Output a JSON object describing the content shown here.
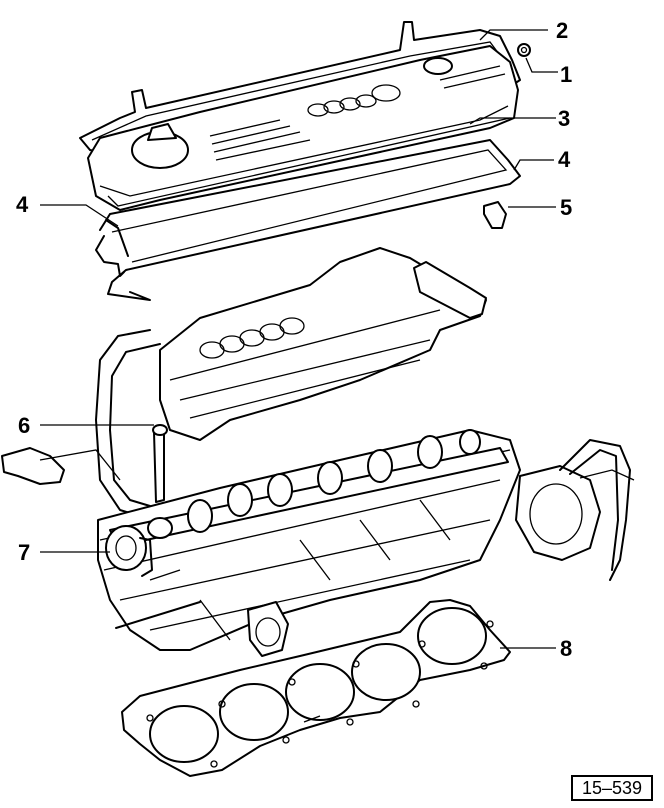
{
  "callouts": [
    {
      "id": "callout-1",
      "label": "1"
    },
    {
      "id": "callout-2",
      "label": "2"
    },
    {
      "id": "callout-3",
      "label": "3"
    },
    {
      "id": "callout-4a",
      "label": "4"
    },
    {
      "id": "callout-4b",
      "label": "4"
    },
    {
      "id": "callout-5",
      "label": "5"
    },
    {
      "id": "callout-6",
      "label": "6"
    },
    {
      "id": "callout-7",
      "label": "7"
    },
    {
      "id": "callout-8",
      "label": "8"
    }
  ],
  "reference": "15–539"
}
